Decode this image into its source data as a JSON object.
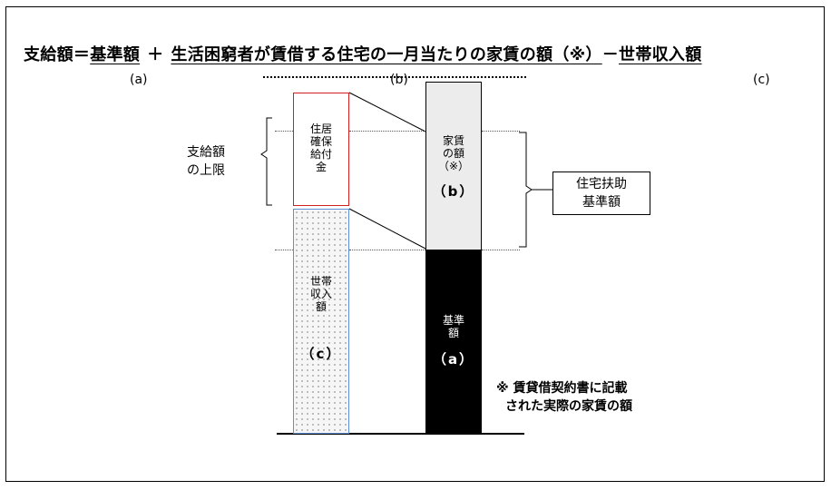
{
  "formula": {
    "lhs": "支給額＝",
    "term_a": "基準額",
    "plus": "＋",
    "term_b": "生活困窮者が賃借する住宅の一月当たりの家賃の額（※）",
    "minus": "－",
    "term_c": "世帯収入額"
  },
  "markers": {
    "a": "(a)",
    "b": "(b)",
    "c": "(c)"
  },
  "left_label": [
    "支給額",
    "の上限"
  ],
  "columns": {
    "benefit": [
      "住居",
      "確保",
      "給付",
      "金"
    ],
    "income": [
      "世帯",
      "収入",
      "額"
    ],
    "income_marker": "（c）",
    "rent": [
      "家賃",
      "の額",
      "（※）"
    ],
    "rent_marker": "（b）",
    "base": [
      "基準",
      "額"
    ],
    "base_marker": "（a）"
  },
  "housing_aid_label": [
    "住宅扶助",
    "基準額"
  ],
  "note": [
    "※ 賃貸借契約書に記載",
    "された実際の家賃の額"
  ],
  "colors": {
    "benefit_border": "#d21f1f",
    "income_border": "#5f8fd6",
    "base_fill": "#000000",
    "rent_fill": "#ececec"
  }
}
